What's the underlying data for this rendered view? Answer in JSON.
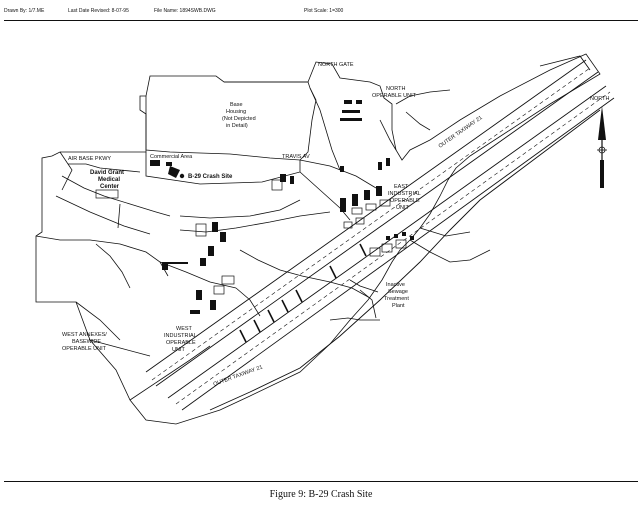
{
  "header": {
    "drawn_by": "Drawn By: 1/7.ME",
    "last_date": "Last Date Revised: 8-07-95",
    "file_name": "File Name: 1894SWB.DWG",
    "scale": "Plot Scale: 1=300"
  },
  "labels": {
    "north_gate": "NORTH GATE",
    "north_operable_unit_1": "NORTH",
    "north_operable_unit_2": "OPERABLE UNIT",
    "base_housing_1": "Base",
    "base_housing_2": "Housing",
    "base_housing_3": "(Not Depicted",
    "base_housing_4": "in Detail)",
    "air_base_pkwy": "AIR BASE PKWY",
    "commercial_area": "Commercial Area",
    "medical_center_1": "David Grant",
    "medical_center_2": "Medical",
    "medical_center_3": "Center",
    "crash_site": "B-29 Crash Site",
    "travis_av": "TRAVIS AV",
    "east_industrial_1": "EAST",
    "east_industrial_2": "INDUSTRIAL",
    "east_industrial_3": "OPERABLE",
    "east_industrial_4": "UNIT",
    "sewage_1": "Inactive",
    "sewage_2": "Sewage",
    "sewage_3": "Treatment",
    "sewage_4": "Plant",
    "west_annexes_1": "WEST ANNEXES/",
    "west_annexes_2": "BASEWIDE",
    "west_annexes_3": "OPERABLE UNIT",
    "west_industrial_1": "WEST",
    "west_industrial_2": "INDUSTRIAL",
    "west_industrial_3": "OPERABLE",
    "west_industrial_4": "UNIT",
    "north_arrow": "NORTH",
    "taxiway_north": "OUTER TAXIWAY 21",
    "taxiway_south": "OUTER TAXIWAY 21"
  },
  "caption": "Figure 9: B-29 Crash Site"
}
